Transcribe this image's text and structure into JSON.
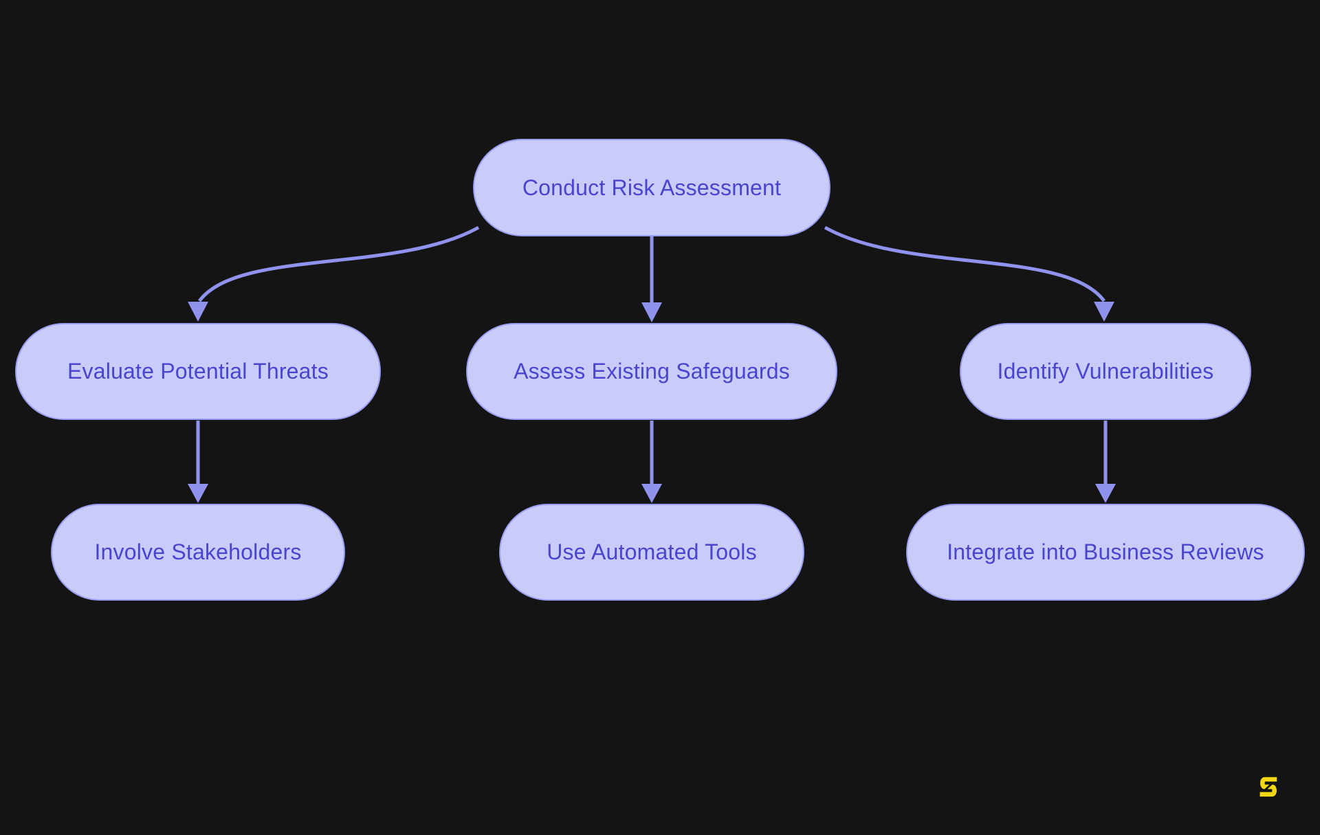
{
  "diagram": {
    "type": "flowchart",
    "direction": "top-down",
    "nodes": [
      {
        "id": "root",
        "label": "Conduct Risk Assessment"
      },
      {
        "id": "threats",
        "label": "Evaluate Potential Threats"
      },
      {
        "id": "safeguards",
        "label": "Assess Existing Safeguards"
      },
      {
        "id": "vulnerabilities",
        "label": "Identify Vulnerabilities"
      },
      {
        "id": "stakeholders",
        "label": "Involve Stakeholders"
      },
      {
        "id": "tools",
        "label": "Use Automated Tools"
      },
      {
        "id": "reviews",
        "label": "Integrate into Business Reviews"
      }
    ],
    "edges": [
      {
        "from": "root",
        "to": "threats"
      },
      {
        "from": "root",
        "to": "safeguards"
      },
      {
        "from": "root",
        "to": "vulnerabilities"
      },
      {
        "from": "threats",
        "to": "stakeholders"
      },
      {
        "from": "safeguards",
        "to": "tools"
      },
      {
        "from": "vulnerabilities",
        "to": "reviews"
      }
    ]
  },
  "colors": {
    "background": "#141414",
    "node_fill": "#c9cbf9",
    "node_border": "#9a9ef2",
    "node_text": "#4a44cf",
    "edge": "#8f93ee",
    "watermark": "#f2d711"
  },
  "watermark": {
    "icon": "s-logo"
  }
}
